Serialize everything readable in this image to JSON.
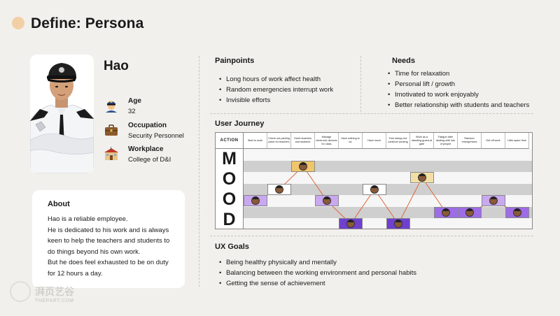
{
  "page": {
    "title": "Define: Persona"
  },
  "persona": {
    "name": "Hao",
    "age_label": "Age",
    "age_value": "32",
    "occupation_label": "Occupation",
    "occupation_value": "Security Personnel",
    "workplace_label": "Workplace",
    "workplace_value": "College of D&I",
    "icons": [
      "police-officer-icon",
      "briefcase-icon",
      "school-building-icon"
    ]
  },
  "about": {
    "title": "About",
    "lines": [
      "Hao is a reliable employee.",
      "He is dedicated to his work and is always",
      "keen to help the teachers and students to",
      "do things beyond his own work.",
      "But he does feel exhausted to be on duty",
      "for 12 hours a day."
    ]
  },
  "painpoints": {
    "title": "Painpoints",
    "items": [
      "Long hours of work affect health",
      "Random emergencies interrupt work",
      "Invisible efforts"
    ]
  },
  "needs": {
    "title": "Needs",
    "items": [
      "Time for relaxation",
      "Personal lift / growth",
      "Imotivated to work enjoyably",
      "Better relationship with students and teachers"
    ]
  },
  "journey": {
    "title": "User Journey",
    "action_label": "ACTION",
    "mood_label": [
      "M",
      "O",
      "O",
      "D"
    ],
    "actions": [
      "Start to work",
      "Check out parking place for teachers",
      "Greet teachers and students",
      "Manage electronic devices for class",
      "Have nothing to do",
      "Have lunch",
      "Feel sleepy but continue working",
      "Work as a standing guard at gate",
      "Fatigue after dealing with lots of people",
      "Random emergencies",
      "Get off work",
      "Little spare time"
    ],
    "mood_levels": [
      4,
      3,
      1,
      4,
      6,
      3,
      6,
      2,
      5,
      5,
      4,
      5
    ],
    "level_colors": [
      "#e8b44a",
      "#f0c66a",
      "#f3dfa6",
      "#ffffff",
      "#c9a8f0",
      "#9d6ce6",
      "#6f3fcf"
    ]
  },
  "ux_goals": {
    "title": "UX Goals",
    "items": [
      "Being healthy physically and mentally",
      "Balancing between the working environment and personal habits",
      "Getting the sense of achievement"
    ]
  },
  "watermark": {
    "text": "湃页艺谷",
    "subtext": "THEPART.COM"
  }
}
